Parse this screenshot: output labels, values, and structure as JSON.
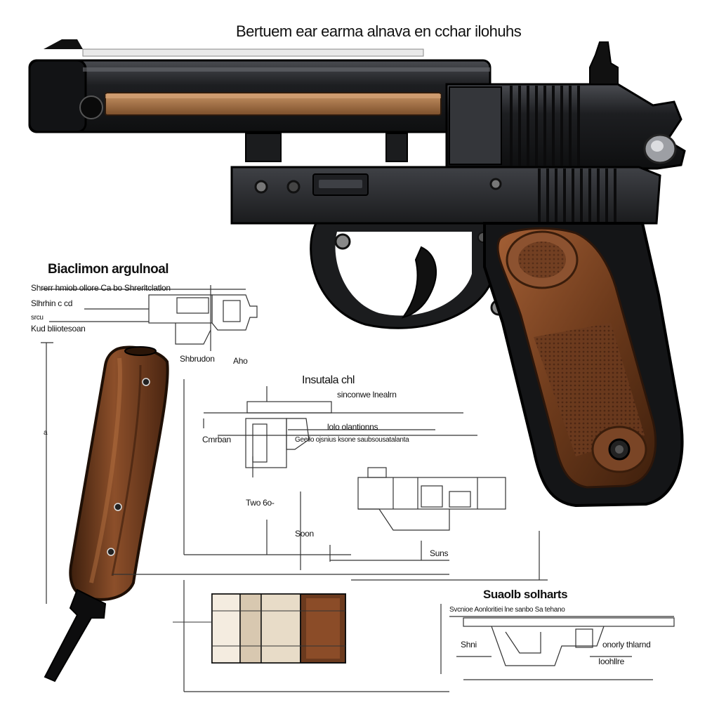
{
  "title": "Bertuem ear earma alnava en cchar ilohuhs",
  "sections": {
    "left_heading": "Biaclimon argulnoal",
    "mid_heading": "Insutala chl",
    "bottom_right_heading": "Suaolb solharts"
  },
  "labels": {
    "l1": "Shrerr hmiob ollore Ca bo Shrerltclatlon",
    "l2": "Slhrhin c cd",
    "l3": "srcu",
    "l4": "Kud bliiotesoan",
    "l5": "Shbrudon",
    "l6": "Aho",
    "l7": "sinconwe lnealrn",
    "l8": "Cmrban",
    "l9": "lolo olantionns",
    "l10": "Geeilo ojsnius ksone saubsousatalanta",
    "l11": "Two 6o-",
    "l12": "Soon",
    "l13": "Suns",
    "l14": "Svcnioe Aonloritiei lne sanbo Sa tehano",
    "l15": "Shni",
    "l16": "onorly thlarnd",
    "l17": "Ioohllre",
    "l18": "a"
  },
  "colors": {
    "steel": "#2a2b2e",
    "steel_dark": "#131416",
    "steel_light": "#55575c",
    "wood": "#6b3a1e",
    "wood_light": "#9a5a32",
    "wood_dark": "#3d1f0e",
    "line": "#333333",
    "brass": "#b5814f"
  }
}
